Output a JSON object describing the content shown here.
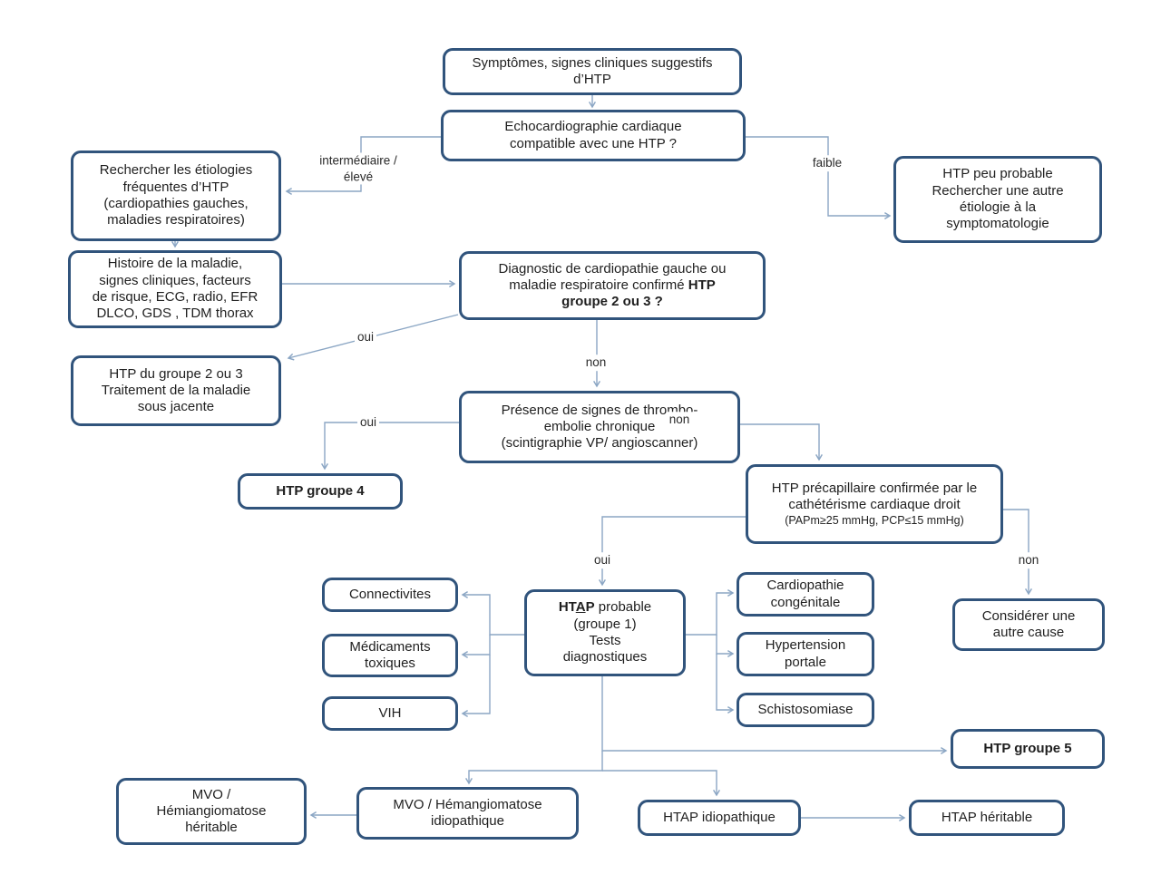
{
  "nodes": {
    "symptoms": {
      "label": "Symptômes, signes cliniques suggestifs\nd’HTP"
    },
    "echo": {
      "label": "Echocardiographie cardiaque\ncompatible avec une HTP ?"
    },
    "rechercher": {
      "label": "Rechercher les étiologies\nfréquentes d’HTP\n(cardiopathies gauches,\nmaladies respiratoires)"
    },
    "htp_peu_probable": {
      "label": "HTP peu probable\nRechercher une autre\nétiologie à la\nsymptomatologie"
    },
    "histoire": {
      "label": "Histoire de la maladie,\nsignes cliniques, facteurs\nde risque, ECG, radio, EFR\nDLCO, GDS , TDM thorax"
    },
    "diagnostic": {
      "text": "Diagnostic de cardiopathie gauche ou\nmaladie respiratoire confirmé ",
      "bold": "HTP\ngroupe 2 ou 3 ?"
    },
    "htp_groupe_2_3": {
      "label": "HTP du groupe 2 ou 3\nTraitement de la maladie\nsous jacente"
    },
    "thrombo": {
      "label": "Présence de signes de thrombo-\nembolie chronique\n(scintigraphie VP/ angioscanner)"
    },
    "htp_groupe_4": {
      "label": "HTP groupe 4"
    },
    "precapillaire": {
      "label": "HTP précapillaire confirmée par le\ncathétérisme cardiaque droit",
      "sub": "(PAPm≥25 mmHg,  PCP≤15 mmHg)"
    },
    "htap_probable": {
      "title_b1": "HT",
      "title_u": "A",
      "title_b2": "P",
      "title_rest": " probable\n(groupe 1)\nTests\ndiagnostiques"
    },
    "connectivites": {
      "label": "Connectivites"
    },
    "medicaments": {
      "label": "Médicaments\ntoxiques"
    },
    "vih": {
      "label": "VIH"
    },
    "cardiopathie": {
      "label": "Cardiopathie\ncongénitale"
    },
    "hypertension": {
      "label": "Hypertension\nportale"
    },
    "schistosomiase": {
      "label": "Schistosomiase"
    },
    "considerer": {
      "label": "Considérer une\nautre cause"
    },
    "htp_groupe_5": {
      "label": "HTP groupe 5"
    },
    "mvo_heritable": {
      "label": "MVO /\nHémiangiomatose\nhéritable"
    },
    "mvo_idiopathique": {
      "label": "MVO / Hémangiomatose\nidiopathique"
    },
    "htap_idiopathique": {
      "label": "HTAP idiopathique"
    },
    "htap_heritable": {
      "label": "HTAP héritable"
    }
  },
  "edge_labels": {
    "intermediaire_eleve": "intermédiaire /\nélevé",
    "faible": "faible",
    "oui_groupe23": "oui",
    "non_groupe23": "non",
    "oui_thrombo": "oui",
    "non_thrombo": "non",
    "oui_precap": "oui",
    "non_precap": "non"
  },
  "colors": {
    "box_border": "#31547c",
    "connector": "#8ba6c4",
    "text": "#1f1f1f",
    "label_text": "#2a2a2a"
  }
}
